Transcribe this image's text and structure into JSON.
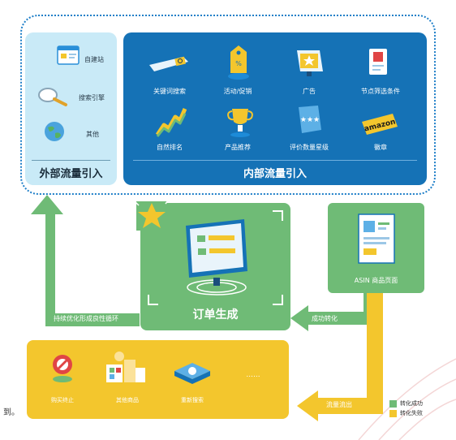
{
  "external": {
    "title": "外部流量引入",
    "items": [
      {
        "label": "自建站",
        "icon": "website-window-icon"
      },
      {
        "label": "搜索引擎",
        "icon": "magnifier-icon"
      },
      {
        "label": "其他",
        "icon": "globe-icon"
      }
    ]
  },
  "internal": {
    "title": "内部流量引入",
    "items": [
      {
        "label": "关键词搜索",
        "icon": "search-bar-icon"
      },
      {
        "label": "活动/促销",
        "icon": "promo-tag-icon"
      },
      {
        "label": "广告",
        "icon": "ad-star-icon"
      },
      {
        "label": "节点筛选条件",
        "icon": "filter-card-icon"
      },
      {
        "label": "自然排名",
        "icon": "rising-chart-icon"
      },
      {
        "label": "产品推荐",
        "icon": "trophy-icon"
      },
      {
        "label": "评价数量星级",
        "icon": "rating-stars-icon"
      },
      {
        "label": "徽章",
        "icon": "amazon-badge-icon"
      }
    ],
    "badge_text": "amazon"
  },
  "order": {
    "title": "订单生成"
  },
  "asin": {
    "label": "ASIN 商品页面"
  },
  "flows": {
    "loop": "持续优化形成良性循环",
    "success": "成功转化",
    "outflow": "流量流出",
    "ellipsis": "......"
  },
  "lost": {
    "items": [
      {
        "label": "购买终止",
        "icon": "stop-sign-icon"
      },
      {
        "label": "其他商品",
        "icon": "other-products-icon"
      },
      {
        "label": "重新搜索",
        "icon": "research-icon"
      }
    ]
  },
  "legend": [
    {
      "label": "转化成功",
      "color": "#6fbb76"
    },
    {
      "label": "转化失败",
      "color": "#f3c62d"
    }
  ],
  "edge_text": "到。",
  "colors": {
    "blue": "#1572b6",
    "lightblue": "#c9eaf7",
    "green": "#6fbb76",
    "yellow": "#f3c62d"
  }
}
